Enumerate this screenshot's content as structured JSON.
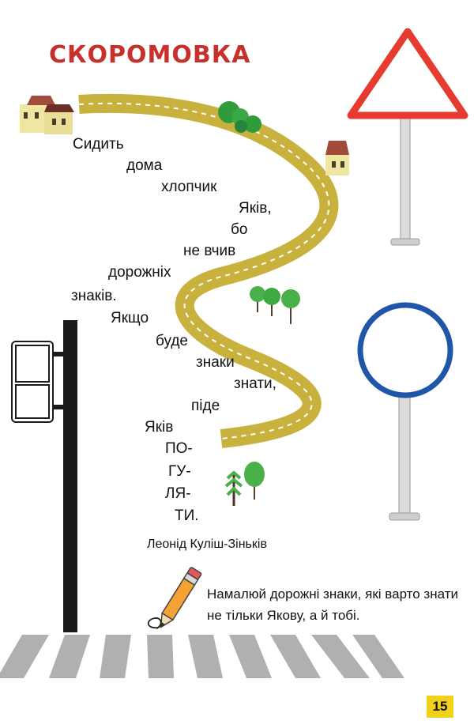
{
  "title": "СКОРОМОВКА",
  "poem": {
    "lines": [
      "Сидить",
      "дома",
      "хлопчик",
      "Яків,",
      "бо",
      "не вчив",
      "дорожніх",
      "знаків.",
      "Якщо",
      "буде",
      "знаки",
      "знати,",
      "піде",
      "Яків",
      "ПО-",
      "ГУ-",
      "ЛЯ-",
      "ТИ."
    ]
  },
  "author": "Леонід Куліш-Зіньків",
  "task": "Намалюй дорожні знаки, які варто знати не тільки Якову, а й тобі.",
  "page_number": "15",
  "colors": {
    "title": "#c8302b",
    "road": "#c9b13e",
    "triangle_sign_border": "#e63b2e",
    "circle_sign_border": "#1f56a8",
    "traffic_light_pole": "#1b1b1b",
    "page_badge": "#f1d11a"
  },
  "icons": [
    "house-icon",
    "tree-icon",
    "bush-icon",
    "pencil-icon",
    "triangle-warning-sign-icon",
    "round-sign-icon",
    "traffic-light-icon",
    "crosswalk-icon"
  ]
}
